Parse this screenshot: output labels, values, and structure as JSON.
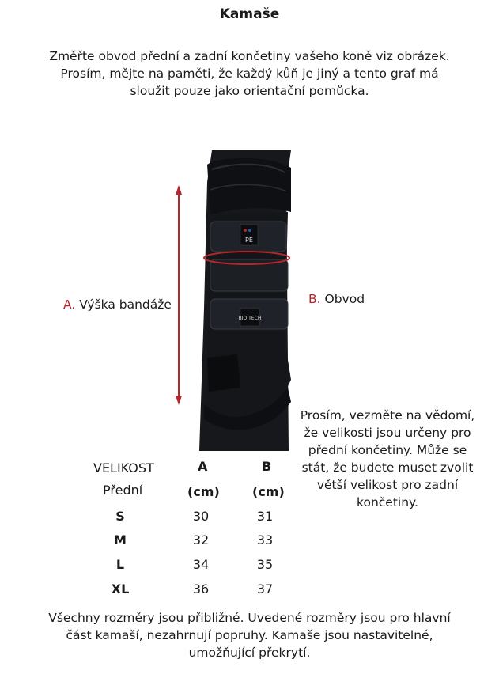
{
  "title": "Kamaše",
  "intro": [
    "Změřte obvod přední a zadní končetiny vašeho koně viz obrázek.",
    "Prosím, mějte na paměti, že každý kůň je jiný a tento graf má",
    "sloužit pouze jako orientační pomůcka."
  ],
  "labels": {
    "a_letter": "A.",
    "a_text": "Výška bandáže",
    "b_letter": "B.",
    "b_text": "Obvod"
  },
  "boot_logos": {
    "top": "PE",
    "bottom": "BIO TECH"
  },
  "note": [
    "Prosím, vezměte na vědomí,",
    "že velikosti jsou určeny pro",
    "přední končetiny. Může se",
    "stát, že budete muset zvolit",
    "větší velikost pro zadní",
    "končetiny."
  ],
  "table": {
    "header_size_line1": "VELIKOST",
    "header_size_line2": "Přední",
    "header_a": "A",
    "header_a_unit": "(cm)",
    "header_b": "B",
    "header_b_unit": "(cm)",
    "rows": [
      {
        "size": "S",
        "a": "30",
        "b": "31"
      },
      {
        "size": "M",
        "a": "32",
        "b": "33"
      },
      {
        "size": "L",
        "a": "34",
        "b": "35"
      },
      {
        "size": "XL",
        "a": "36",
        "b": "37"
      }
    ]
  },
  "footer": [
    "Všechny rozměry jsou přibližné. Uvedené rozměry jsou pro hlavní",
    "část kamaší, nezahrnují popruhy. Kamaše jsou nastavitelné,",
    "umožňující překrytí."
  ],
  "colors": {
    "accent_red": "#b5262c",
    "boot": "#121418",
    "text": "#1a1a1a"
  }
}
